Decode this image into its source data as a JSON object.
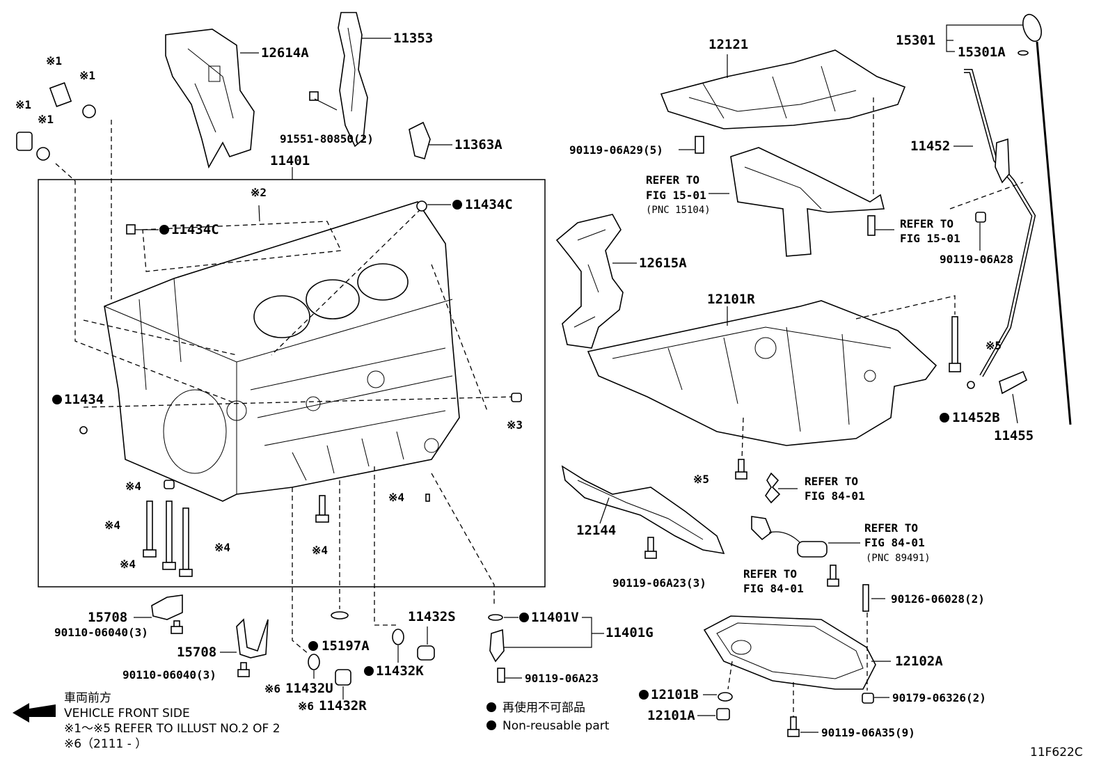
{
  "diagram_id": "11F622C",
  "labels": {
    "p12614A": "12614A",
    "p11353": "11353",
    "p91551": "91551-80850(2)",
    "p11363A": "11363A",
    "p11401": "11401",
    "p11434C_a": "11434C",
    "p11434C_b": "11434C",
    "p11434": "11434",
    "p12121": "12121",
    "p90119_06A29": "90119-06A29(5)",
    "refer_15_a1": "REFER TO",
    "refer_15_a2": "FIG 15-01",
    "refer_15_a3": "(PNC 15104)",
    "refer_15_b1": "REFER TO",
    "refer_15_b2": "FIG 15-01",
    "p12615A": "12615A",
    "p15301": "15301",
    "p15301A": "15301A",
    "p11452": "11452",
    "p90119_06A28": "90119-06A28",
    "p12101R": "12101R",
    "p11452B": "11452B",
    "p11455": "11455",
    "p12144": "12144",
    "p90119_06A23_3": "90119-06A23(3)",
    "refer_84_a1": "REFER TO",
    "refer_84_a2": "FIG 84-01",
    "refer_84_b1": "REFER TO",
    "refer_84_b2": "FIG 84-01",
    "refer_84_b3": "(PNC 89491)",
    "refer_84_c1": "REFER TO",
    "refer_84_c2": "FIG 84-01",
    "p90126": "90126-06028(2)",
    "p12102A": "12102A",
    "p12101B": "12101B",
    "p12101A": "12101A",
    "p90179": "90179-06326(2)",
    "p90119_06A35": "90119-06A35(9)",
    "p15708_a": "15708",
    "p90110_a": "90110-06040(3)",
    "p15708_b": "15708",
    "p90110_b": "90110-06040(3)",
    "p15197A": "15197A",
    "p11432S": "11432S",
    "p11432K": "11432K",
    "p11432U": "11432U",
    "p11432R": "11432R",
    "p11401V": "11401V",
    "p11401G": "11401G",
    "p90119_06A23": "90119-06A23"
  },
  "marks": {
    "m1a": "※1",
    "m1b": "※1",
    "m1c": "※1",
    "m1d": "※1",
    "m2": "※2",
    "m3": "※3",
    "m4a": "※4",
    "m4b": "※4",
    "m4c": "※4",
    "m4d": "※4",
    "m4e": "※4",
    "m4f": "※4",
    "m5a": "※5",
    "m5b": "※5",
    "m6a": "※6",
    "m6b": "※6"
  },
  "notes": {
    "front_jp": "車両前方",
    "front_en": "VEHICLE FRONT SIDE",
    "refer_note": "※1～※5 REFER TO ILLUST NO.2 OF 2",
    "date_note": "※6（2111 -    ）",
    "legend_jp": "再使用不可部品",
    "legend_en": "Non-reusable part"
  }
}
